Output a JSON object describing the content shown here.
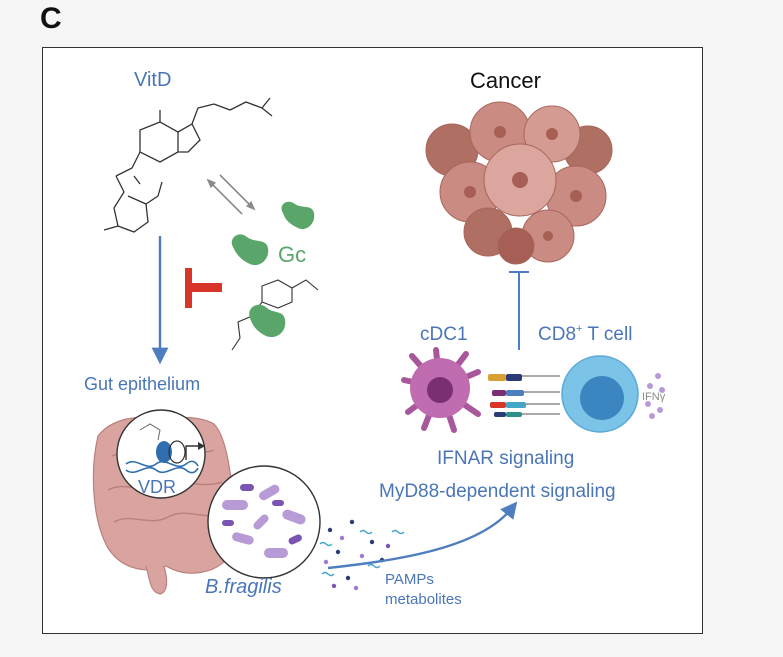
{
  "panel_letter": "C",
  "labels": {
    "vitd": "VitD",
    "gc": "Gc",
    "gut_epithelium": "Gut epithelium",
    "vdr": "VDR",
    "b_fragilis": "B.fragilis",
    "pamps": "PAMPs",
    "metabolites": "metabolites",
    "cancer": "Cancer",
    "cdc1": "cDC1",
    "cd8_main": "CD8",
    "cd8_sup": "+",
    "cd8_rest": " T cell",
    "ifng": "IFNγ",
    "ifnar": "IFNAR signaling",
    "myd88": "MyD88-dependent signaling"
  },
  "colors": {
    "label_blue": "#4a76b8",
    "gc_green": "#5aa66a",
    "inhibit_red": "#d8352a",
    "arrow_blue": "#4e7dc0",
    "cancer_pink": "#c98b82",
    "cdc1_purple": "#a8589a",
    "tcell_blue": "#5aa9d8",
    "gut_pink": "#d9a3a0"
  }
}
